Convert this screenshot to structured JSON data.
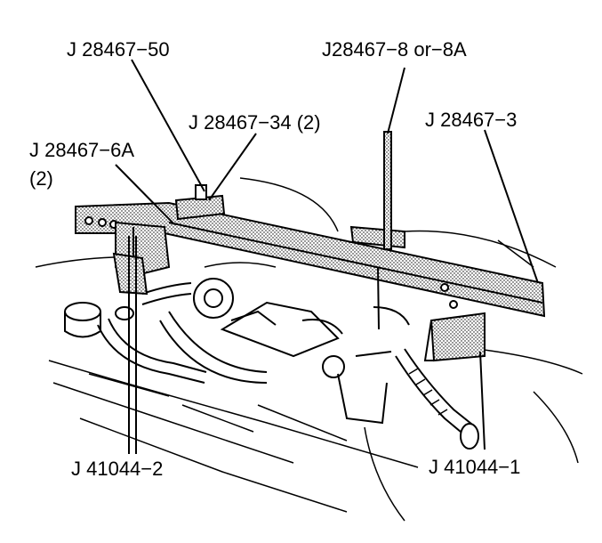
{
  "callouts": {
    "j28467_50": "J 28467−50",
    "j28467_8": "J28467−8 or−8A",
    "j28467_34": "J 28467−34 (2)",
    "j28467_3": "J 28467−3",
    "j28467_6a": "J 28467−6A",
    "j28467_6a_qty": "(2)",
    "j41044_2": "J 41044−2",
    "j41044_1": "J 41044−1"
  }
}
